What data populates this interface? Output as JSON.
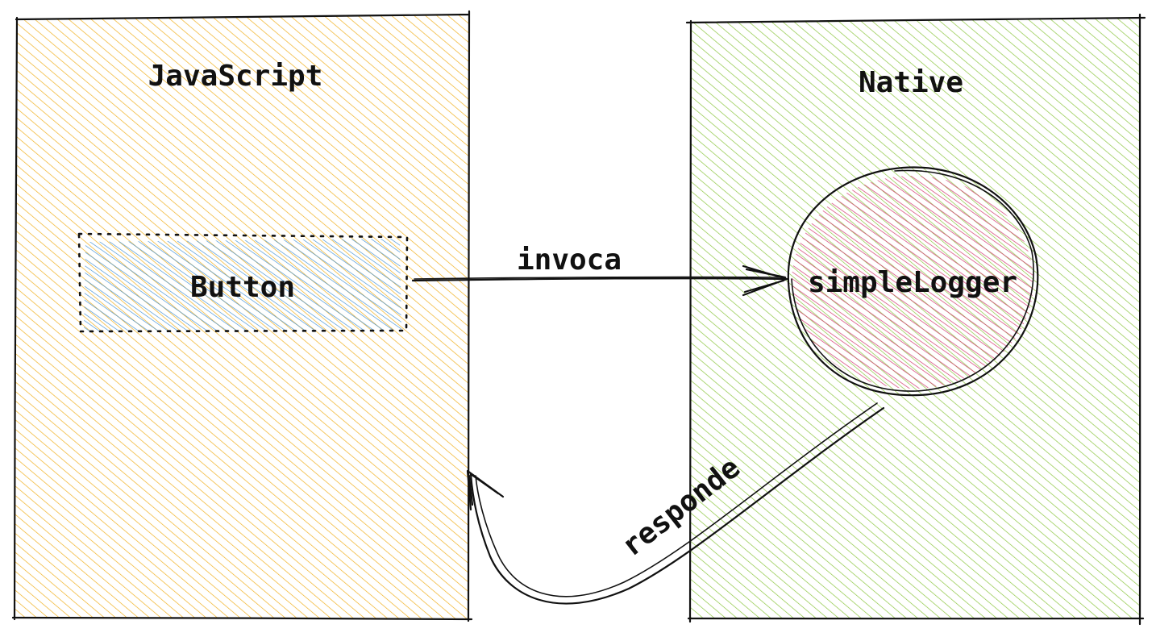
{
  "panels": {
    "javascript": {
      "title": "JavaScript",
      "color": "#f0b020"
    },
    "native": {
      "title": "Native",
      "color": "#8cc63f"
    }
  },
  "nodes": {
    "button": {
      "label": "Button",
      "color": "#3d8fd6"
    },
    "simple_logger": {
      "label": "simpleLogger",
      "color": "#d6457a"
    }
  },
  "edges": {
    "invoke": {
      "label": "invoca"
    },
    "respond": {
      "label": "responde"
    }
  }
}
